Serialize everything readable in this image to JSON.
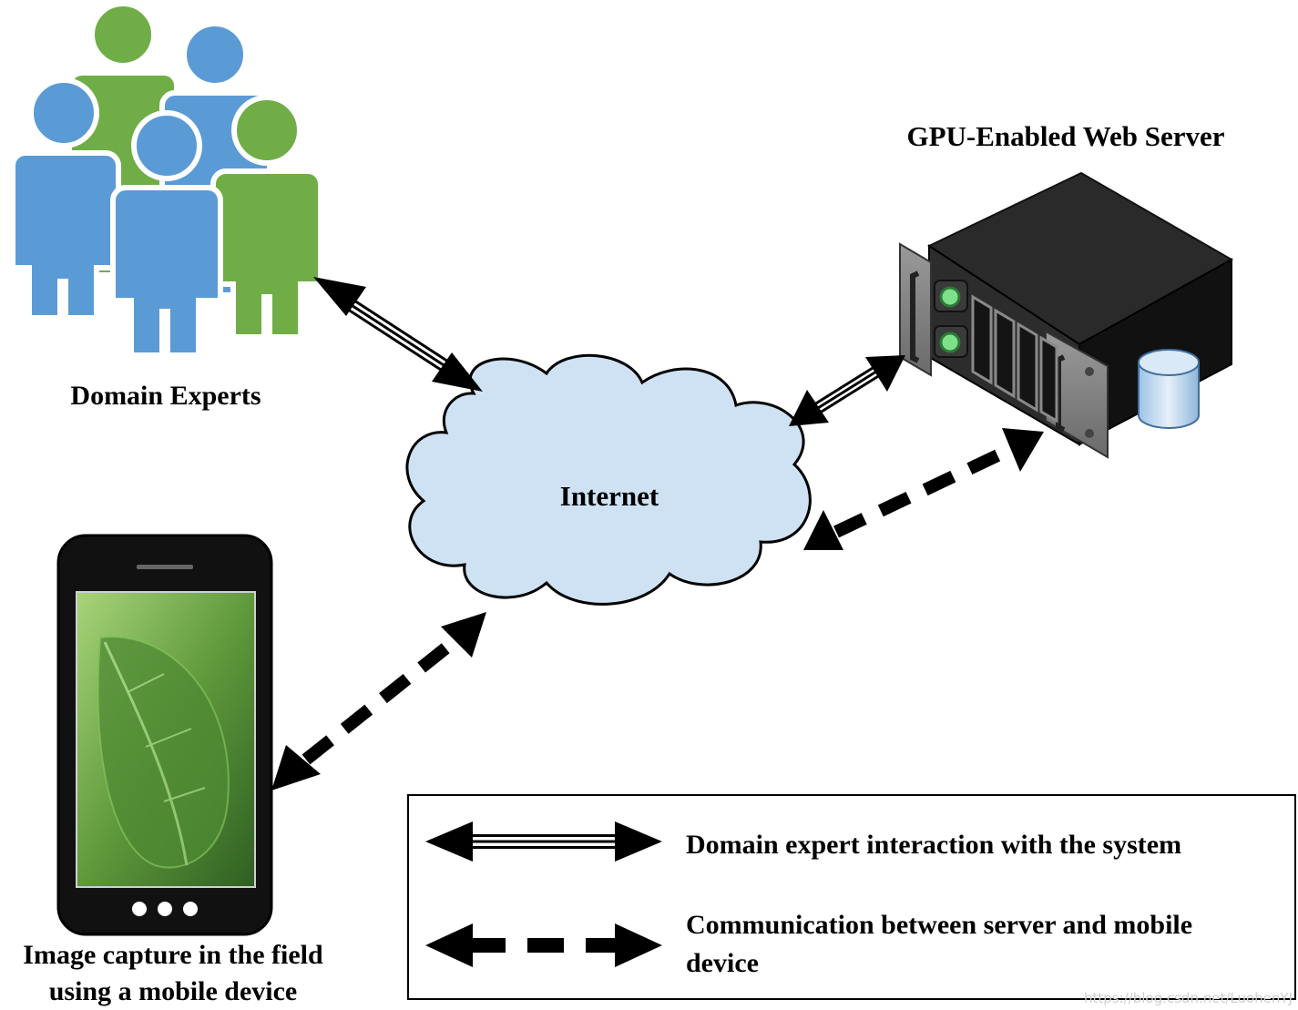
{
  "nodes": {
    "experts": {
      "label": "Domain Experts"
    },
    "server": {
      "label": "GPU-Enabled Web Server"
    },
    "internet": {
      "label": "Internet"
    },
    "mobile": {
      "label_line1": "Image capture in the field",
      "label_line2": "using a mobile device"
    }
  },
  "legend": {
    "solid": {
      "label": "Domain expert interaction with the system"
    },
    "dashed": {
      "label_line1": "Communication between server and mobile",
      "label_line2": "device"
    }
  },
  "colors": {
    "person_blue": "#5b9bd5",
    "person_green": "#70ad47",
    "cloud_fill": "#cfe2f3",
    "server_dark": "#1c1c1c",
    "leaf_green": "#5f9a3c"
  },
  "watermark": "https://blog.csdn.net/LuohenYJ"
}
